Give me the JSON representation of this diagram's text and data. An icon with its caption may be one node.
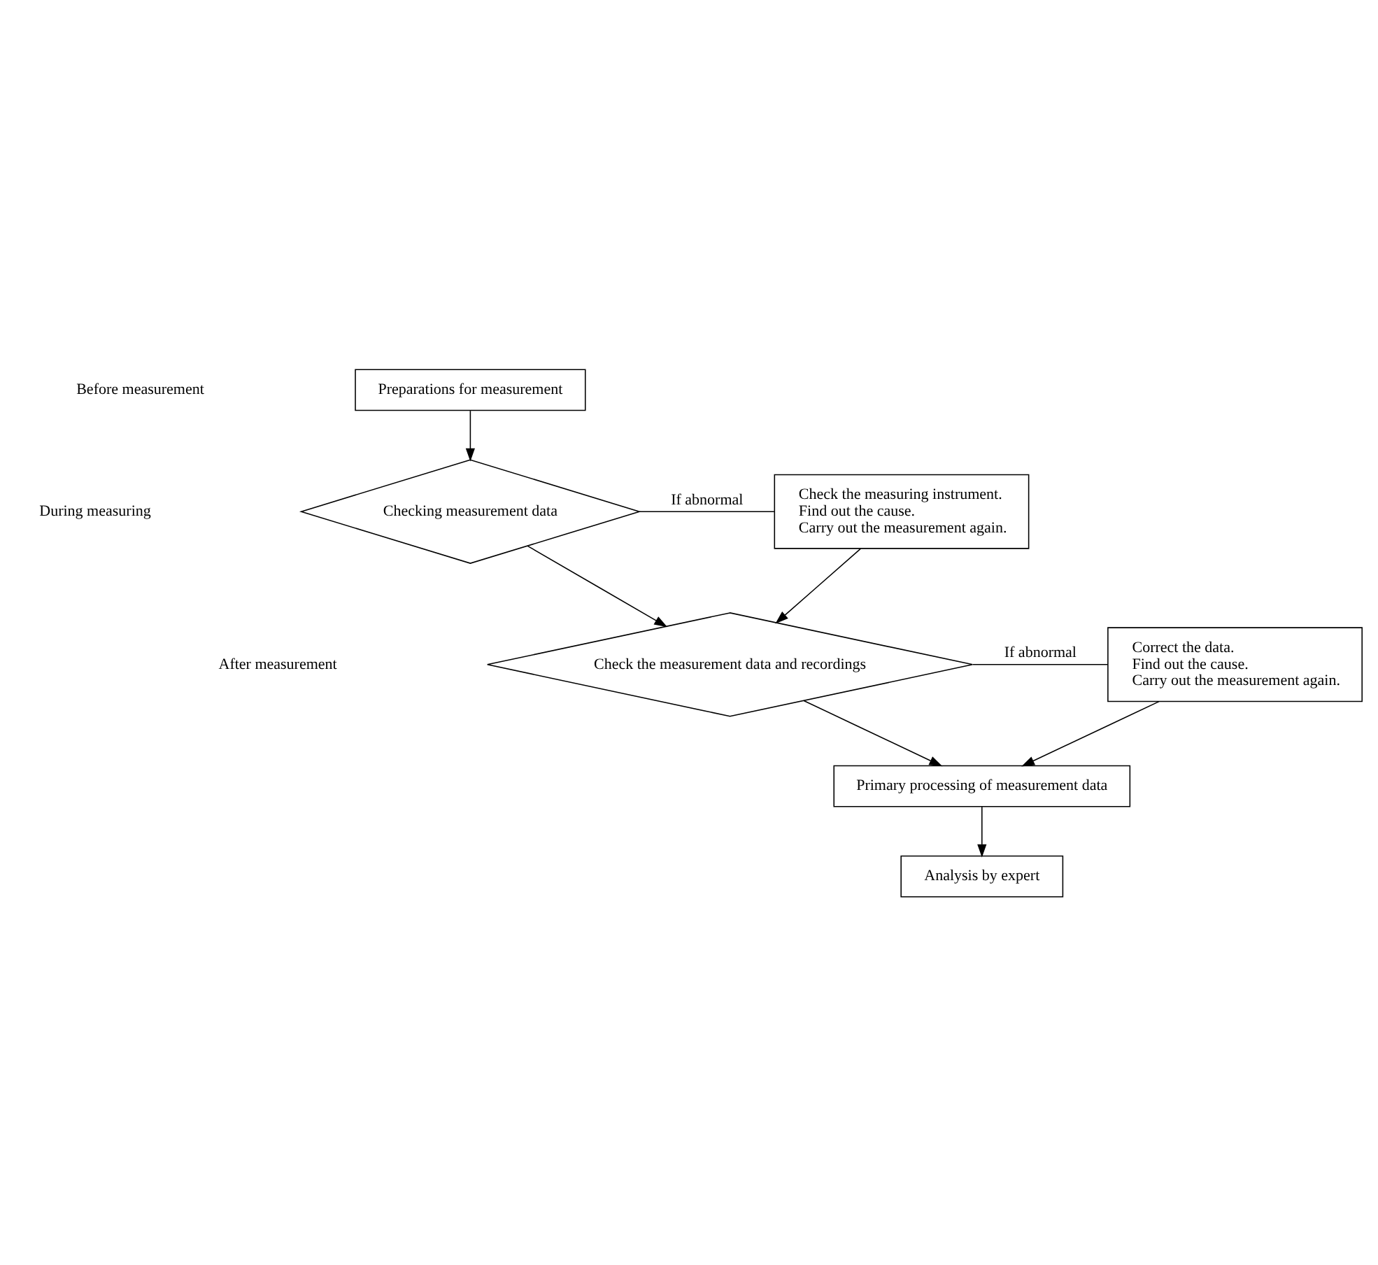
{
  "diagram": {
    "nodes": [
      {
        "text": [
          "Preparations for measurement"
        ]
      },
      {
        "text": [
          "Checking measurement data"
        ]
      },
      {
        "text": [
          "Check the measuring instrument.",
          "Find out the cause.",
          "Carry out the measurement again."
        ]
      },
      {
        "text": [
          "Check the measurement data and recordings"
        ]
      },
      {
        "text": [
          "Correct the data.",
          "Find out the cause.",
          "Carry out the measurement again."
        ]
      },
      {
        "text": [
          "Primary processing of measurement data"
        ]
      },
      {
        "text": [
          "Analysis by expert"
        ]
      }
    ],
    "edges": [
      {
        "from": 0,
        "to": 1,
        "arrow": "to"
      },
      {
        "from": 1,
        "to": 2,
        "arrow": "none",
        "label": "If abnormal"
      },
      {
        "from": 1,
        "to": 3,
        "arrow": "to"
      },
      {
        "from": 2,
        "to": 3,
        "arrow": "to"
      },
      {
        "from": 3,
        "to": 4,
        "arrow": "none",
        "label": "If abnormal"
      },
      {
        "from": 3,
        "to": 5,
        "arrow": "to"
      },
      {
        "from": 4,
        "to": 5,
        "arrow": "to"
      },
      {
        "from": 5,
        "to": 6,
        "arrow": "to"
      }
    ],
    "labels": [
      "Before measurement",
      "During measuring",
      "After measurement"
    ]
  }
}
